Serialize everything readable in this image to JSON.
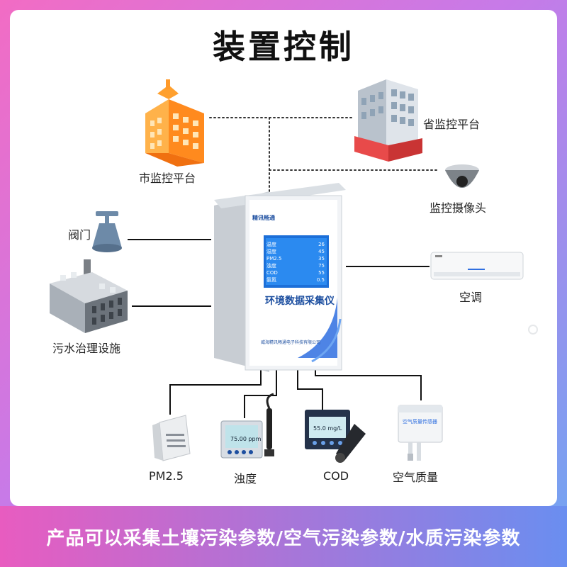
{
  "title": "装置控制",
  "nodes": {
    "city_platform": "市监控平台",
    "province_platform": "省监控平台",
    "camera": "监控摄像头",
    "valve": "阀门",
    "sewage": "污水治理设施",
    "ac": "空调",
    "pm25": "PM2.5",
    "turbidity": "浊度",
    "cod": "COD",
    "air_quality": "空气质量"
  },
  "device": {
    "name": "环境数据采集仪",
    "brand": "精讯畅通",
    "company": "威海精讯畅通电子科技有限公司",
    "screen_rows": [
      {
        "label": "温度",
        "value": "26"
      },
      {
        "label": "湿度",
        "value": "45"
      },
      {
        "label": "PM2.5",
        "value": "35"
      },
      {
        "label": "浊度",
        "value": "75"
      },
      {
        "label": "COD",
        "value": "55"
      },
      {
        "label": "氨氮",
        "value": "0.5"
      }
    ]
  },
  "turbidity_display": "75.00 ppm",
  "cod_display": "55.0 mg/L",
  "air_sensor_label": "空气质量传感器",
  "banner": "产品可以采集土壤污染参数/空气污染参数/水质污染参数",
  "colors": {
    "accent": "#2f6fe0",
    "banner_start": "#e85cc0",
    "banner_end": "#6a8ef0"
  }
}
